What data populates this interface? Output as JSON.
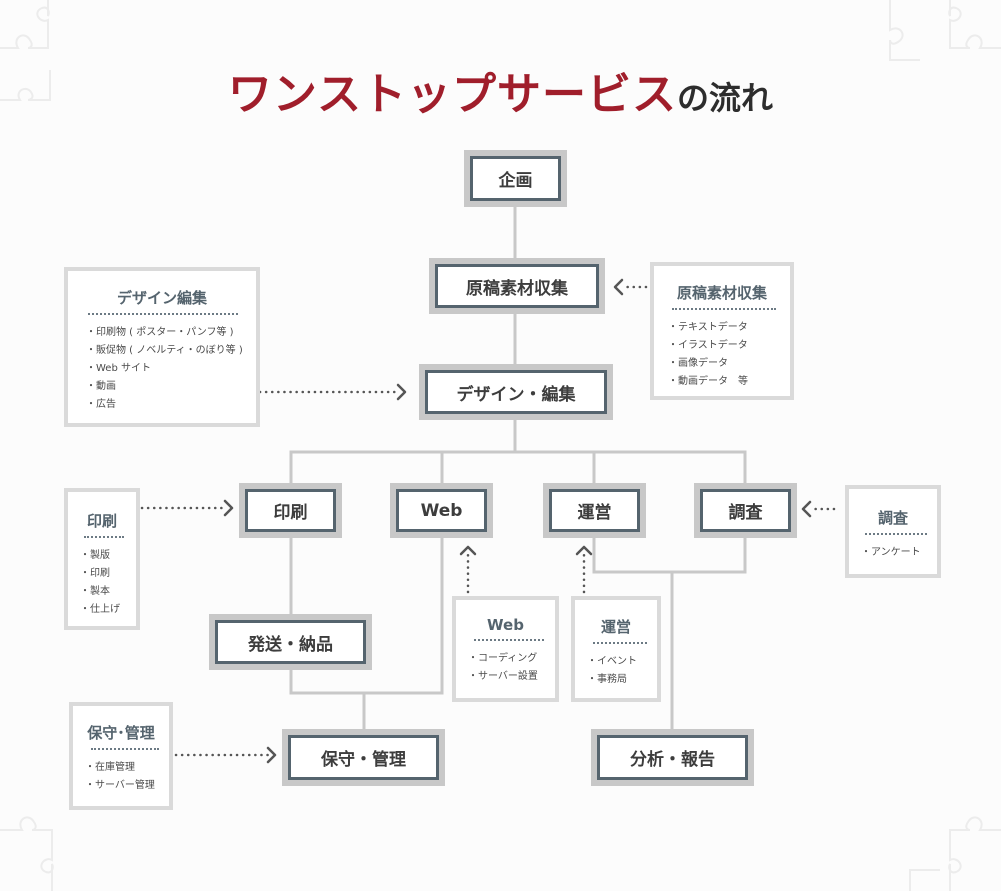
{
  "title": {
    "main": "ワンストップサービス",
    "sub": "の流れ"
  },
  "nodes": {
    "planning": "企画",
    "manuscript": "原稿素材収集",
    "design": "デザイン・編集",
    "print": "印刷",
    "web": "Web",
    "operation": "運営",
    "research": "調査",
    "shipping": "発送・納品",
    "maintenance": "保守・管理",
    "analysis": "分析・報告"
  },
  "panels": {
    "design": {
      "title": "デザイン編集",
      "items": [
        "印刷物 ( ポスター・パンフ等 )",
        "販促物 ( ノベルティ・のぼり等 )",
        "Web サイト",
        "動画",
        "広告"
      ]
    },
    "manuscript": {
      "title": "原稿素材収集",
      "items": [
        "テキストデータ",
        "イラストデータ",
        "画像データ",
        "動画データ　等"
      ]
    },
    "print": {
      "title": "印刷",
      "items": [
        "製版",
        "印刷",
        "製本",
        "仕上げ"
      ]
    },
    "research": {
      "title": "調査",
      "items": [
        "アンケート"
      ]
    },
    "web": {
      "title": "Web",
      "items": [
        "コーディング",
        "サーバー設置"
      ]
    },
    "operation": {
      "title": "運営",
      "items": [
        "イベント",
        "事務局"
      ]
    },
    "maintenance": {
      "title": "保守･管理",
      "items": [
        "在庫管理",
        "サーバー管理"
      ]
    }
  },
  "colors": {
    "accent": "#a01e2b",
    "node_border": "#55646e",
    "node_frame": "#c8c8c8",
    "connector": "#c8c8c8",
    "dotted_arrow": "#555555"
  },
  "icons": [
    "puzzle-piece-icon",
    "dotted-arrow-icon"
  ]
}
